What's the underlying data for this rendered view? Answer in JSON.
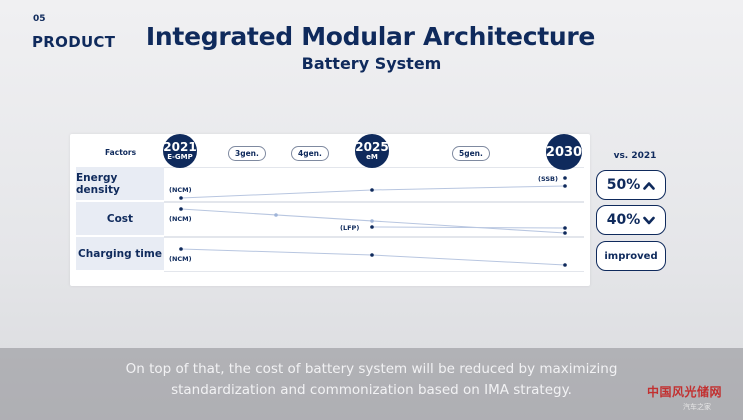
{
  "header": {
    "section_number": "05",
    "section_name": "PRODUCT",
    "title": "Integrated Modular Architecture",
    "subtitle": "Battery System"
  },
  "diagram": {
    "factors_label": "Factors",
    "milestones": [
      {
        "year": "2021",
        "platform": "E-GMP"
      },
      {
        "year": "2025",
        "platform": "eM"
      },
      {
        "year": "2030",
        "platform": ""
      }
    ],
    "generations": [
      "3gen.",
      "4gen.",
      "5gen."
    ],
    "rows": [
      {
        "label": "Energy density",
        "notes": [
          "(NCM)",
          "(SSB)"
        ]
      },
      {
        "label": "Cost",
        "notes": [
          "(NCM)",
          "(LFP)"
        ]
      },
      {
        "label": "Charging time",
        "notes": [
          "(NCM)"
        ]
      }
    ],
    "comparison": {
      "header": "vs. 2021",
      "results": [
        {
          "value": "50%",
          "trend": "up",
          "icon": "chevron-up-icon"
        },
        {
          "value": "40%",
          "trend": "down",
          "icon": "chevron-down-icon"
        },
        {
          "value": "improved",
          "trend": "none",
          "icon": ""
        }
      ]
    }
  },
  "caption": {
    "line1": "On top of that, the cost of battery system will be reduced by maximizing",
    "line2": "standardization and commonization based on IMA strategy."
  },
  "watermark": {
    "text": "中国风光储网",
    "sub": "汽车之家"
  },
  "colors": {
    "navy": "#0f2a5c",
    "row_label_bg": "#e8ecf4",
    "line": "#9fb4d8",
    "watermark": "#c23030"
  }
}
